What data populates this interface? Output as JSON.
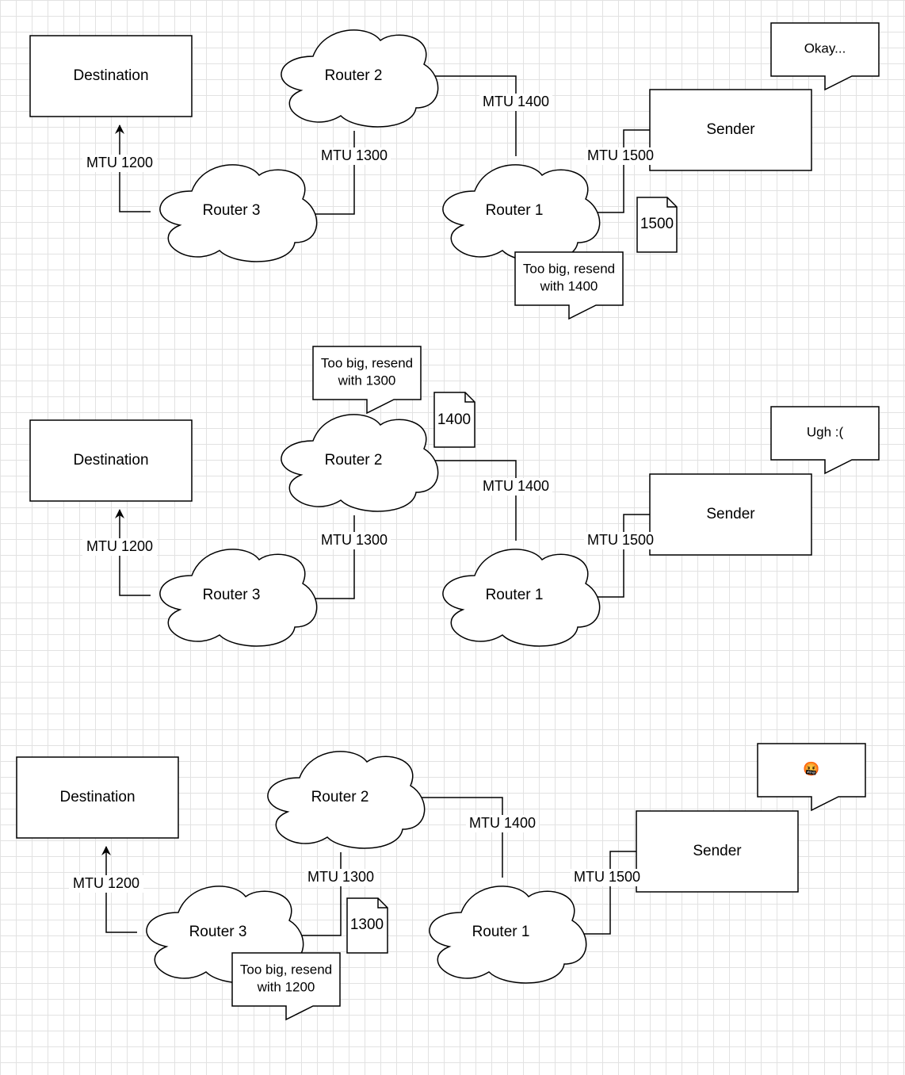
{
  "panels": [
    {
      "destination": "Destination",
      "sender": "Sender",
      "router1": "Router 1",
      "router2": "Router 2",
      "router3": "Router 3",
      "mtu_r1_r2": "MTU 1400",
      "mtu_r2_r3": "MTU 1300",
      "mtu_r3_dest": "MTU 1200",
      "mtu_sender_r1": "MTU 1500",
      "sender_callout": "Okay...",
      "packet": "1500",
      "router_callout": [
        "Too big, resend",
        "with 1400"
      ]
    },
    {
      "destination": "Destination",
      "sender": "Sender",
      "router1": "Router 1",
      "router2": "Router 2",
      "router3": "Router 3",
      "mtu_r1_r2": "MTU 1400",
      "mtu_r2_r3": "MTU 1300",
      "mtu_r3_dest": "MTU 1200",
      "mtu_sender_r1": "MTU 1500",
      "sender_callout": "Ugh :(",
      "packet": "1400",
      "router_callout": [
        "Too big, resend",
        "with 1300"
      ]
    },
    {
      "destination": "Destination",
      "sender": "Sender",
      "router1": "Router 1",
      "router2": "Router 2",
      "router3": "Router 3",
      "mtu_r1_r2": "MTU 1400",
      "mtu_r2_r3": "MTU 1300",
      "mtu_r3_dest": "MTU 1200",
      "mtu_sender_r1": "MTU 1500",
      "sender_callout": "🤬",
      "packet": "1300",
      "router_callout": [
        "Too big, resend",
        "with 1200"
      ]
    }
  ]
}
